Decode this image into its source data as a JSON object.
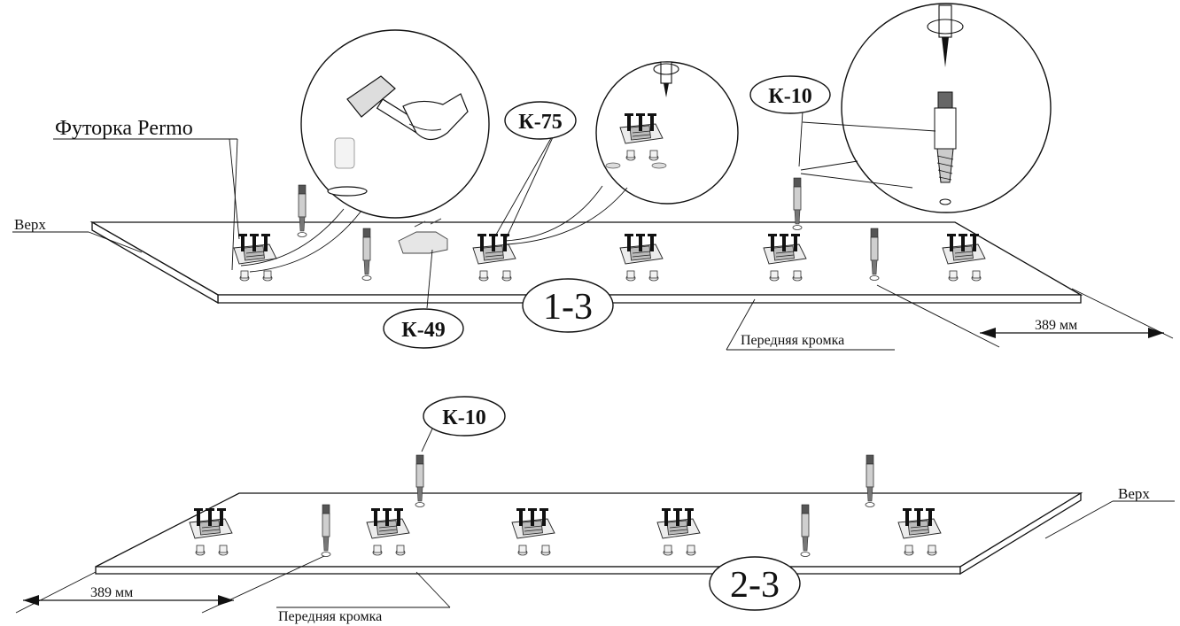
{
  "labels": {
    "verkh_top": "Верх",
    "futorka": "Футорка Permo",
    "k75": "К-75",
    "k10_top": "К-10",
    "k49": "К-49",
    "panel_top_id": "1-3",
    "front_edge_top": "Передняя кромка",
    "dim_top": "389 мм",
    "k10_bottom": "К-10",
    "verkh_bottom": "Верх",
    "panel_bottom_id": "2-3",
    "front_edge_bottom": "Передняя кромка",
    "dim_bottom": "389 мм"
  },
  "icons": {
    "hammer": "hammer-icon",
    "screwdriver": "screwdriver-icon",
    "bracket": "hinge-bracket-icon",
    "dowel": "confirmat-pin-icon"
  }
}
